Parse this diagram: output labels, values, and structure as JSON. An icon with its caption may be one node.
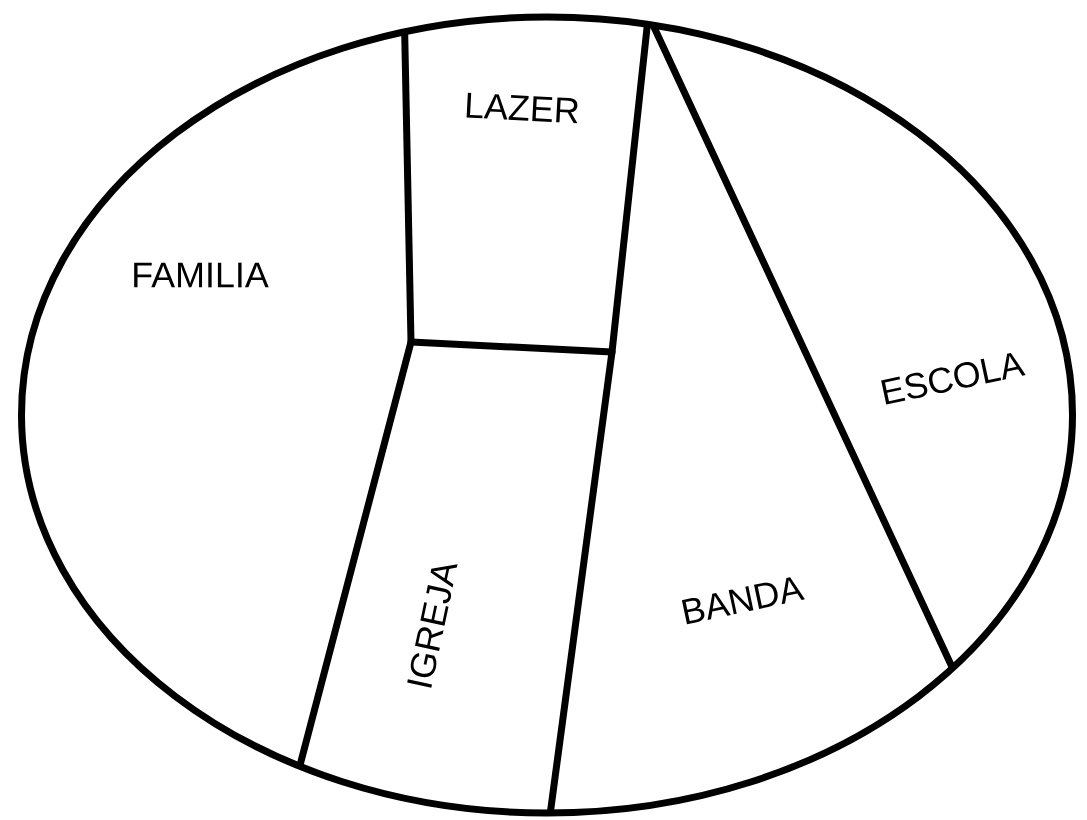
{
  "diagram": {
    "nodes": [
      {
        "text": [],
        "shape": "circle"
      },
      {
        "text": [
          "FAMILIA"
        ],
        "in": 0
      },
      {
        "text": [
          "LAZER"
        ],
        "in": 0
      },
      {
        "text": [
          "IGREJA"
        ],
        "in": 0
      },
      {
        "text": [
          "BANDA"
        ],
        "in": 0
      },
      {
        "text": [
          "ESCOLA"
        ],
        "in": 0
      }
    ]
  }
}
